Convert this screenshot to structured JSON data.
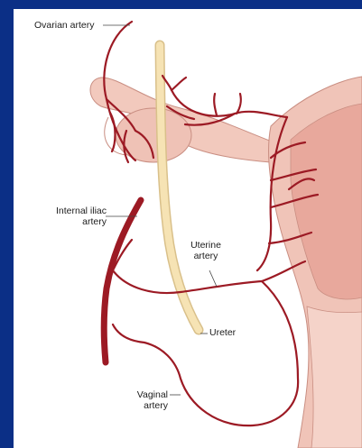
{
  "labels": {
    "ovarian_artery": "Ovarian artery",
    "internal_iliac_line1": "Internal iliac",
    "internal_iliac_line2": "artery",
    "uterine_line1": "Uterine",
    "uterine_line2": "artery",
    "ureter": "Ureter",
    "vaginal_line1": "Vaginal",
    "vaginal_line2": "artery"
  },
  "colors": {
    "background": "#0b2f86",
    "panel": "#ffffff",
    "artery": "#9c1a24",
    "tissue": "#f2c9bd",
    "tissue_outline": "#c98e82",
    "uterus_wall": "#e8a89c",
    "ureter": "#f6e3b4"
  }
}
